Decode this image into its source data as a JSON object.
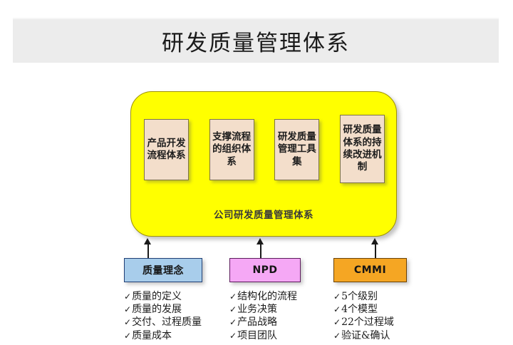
{
  "title": {
    "text": "研发质量管理体系"
  },
  "system": {
    "caption": "公司研发质量管理体系",
    "pillars": [
      {
        "label": "产品开发流程体系"
      },
      {
        "label": "支撑流程的组织体系"
      },
      {
        "label": "研发质量管理工具集"
      },
      {
        "label": "研发质量体系的持续改进机制"
      }
    ]
  },
  "foundations": [
    {
      "name": "quality-concept",
      "chip_label": "质量理念",
      "color": "#a8cdeb",
      "border_color": "#1f3f75",
      "items": [
        "质量的定义",
        "质量的发展",
        "交付、过程质量",
        "质量成本"
      ]
    },
    {
      "name": "npd",
      "chip_label": "NPD",
      "color": "#f5a8f5",
      "border_color": "#5d1b5d",
      "items": [
        "结构化的流程",
        "业务决策",
        "产品战略",
        "项目团队"
      ]
    },
    {
      "name": "cmmi",
      "chip_label": "CMMI",
      "color": "#f5a623",
      "border_color": "#6b4205",
      "items": [
        "5个级别",
        "4个模型",
        "22个过程域",
        "验证&确认"
      ]
    }
  ],
  "icons": {
    "check": "✓"
  },
  "colors": {
    "title_band": "#ececec",
    "container_fill": "#ffff00",
    "container_border": "#9e9200",
    "pillar_fill": "#f3decb",
    "pillar_border": "#7d7347",
    "arrow": "#1a1a1a"
  }
}
